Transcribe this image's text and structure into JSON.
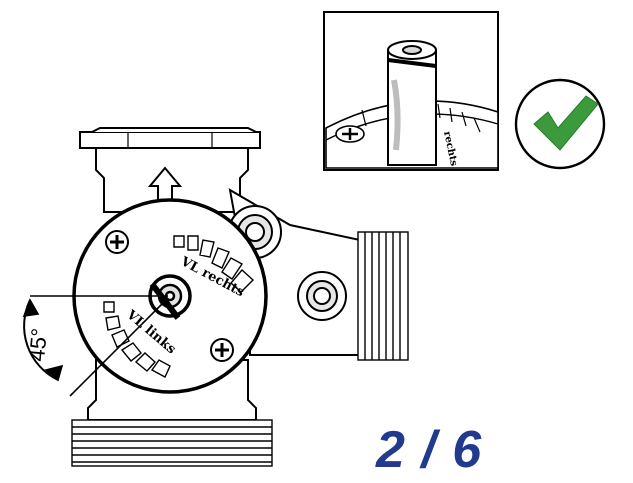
{
  "diagram": {
    "step_label": "2 / 6",
    "angle_label": "45°",
    "dial_label_rechts": "VL rechts",
    "dial_label_links": "VL links",
    "detail_text": "rechts",
    "colors": {
      "check_green": "#3a9a3c",
      "step_blue": "#223a8e",
      "line": "#000000",
      "shade": "#bdbdbd"
    },
    "icons": [
      "check-mark-icon",
      "up-arrow-icon",
      "screw-icon"
    ]
  }
}
